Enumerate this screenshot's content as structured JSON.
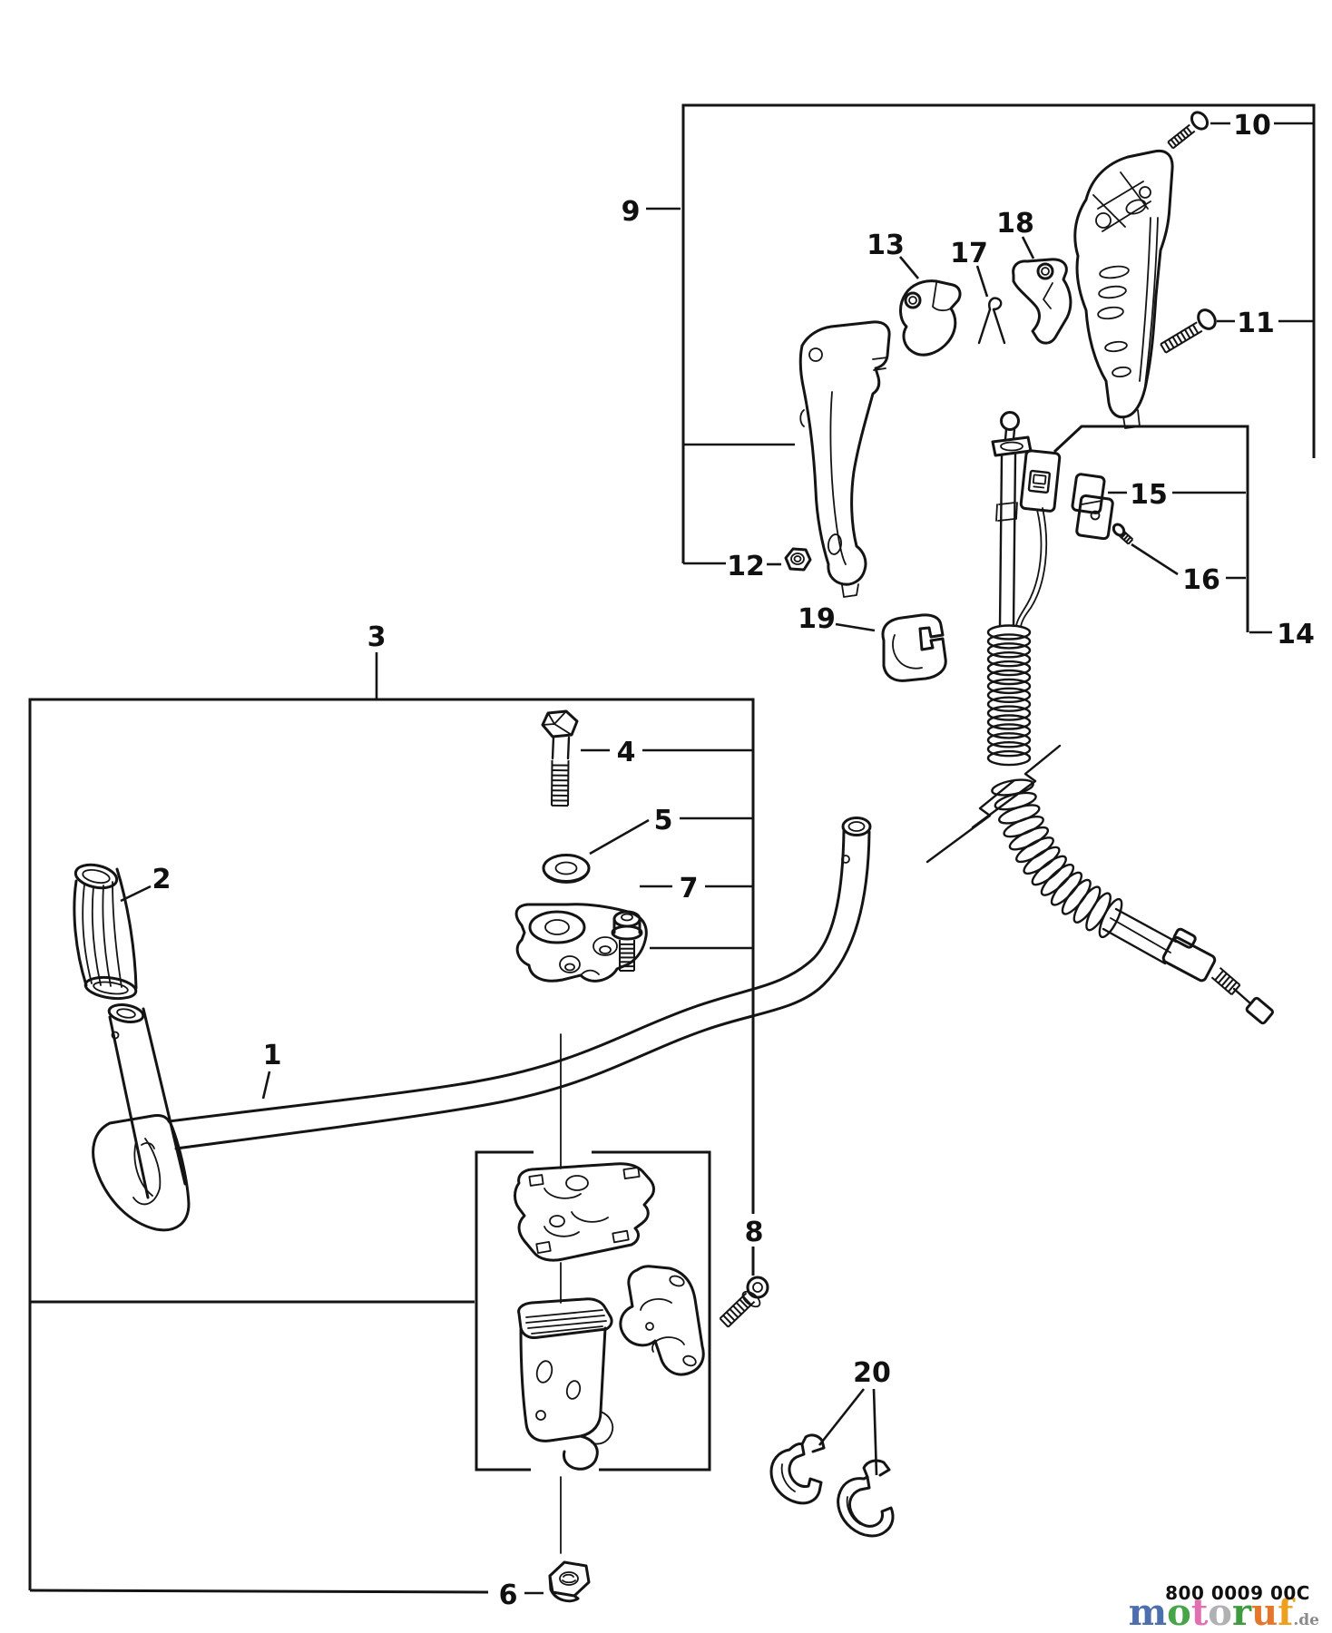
{
  "parts": [
    {
      "num": "1"
    },
    {
      "num": "2"
    },
    {
      "num": "3"
    },
    {
      "num": "4"
    },
    {
      "num": "5"
    },
    {
      "num": "6"
    },
    {
      "num": "7"
    },
    {
      "num": "8"
    },
    {
      "num": "9"
    },
    {
      "num": "10"
    },
    {
      "num": "11"
    },
    {
      "num": "12"
    },
    {
      "num": "13"
    },
    {
      "num": "14"
    },
    {
      "num": "15"
    },
    {
      "num": "16"
    },
    {
      "num": "17"
    },
    {
      "num": "18"
    },
    {
      "num": "19"
    },
    {
      "num": "20"
    }
  ],
  "footer": {
    "code": "800 0009 00C",
    "logo_letters": [
      {
        "ch": "m",
        "color": "#4e6fae"
      },
      {
        "ch": "o",
        "color": "#47a447"
      },
      {
        "ch": "t",
        "color": "#e170b2"
      },
      {
        "ch": "o",
        "color": "#b1b1b3"
      },
      {
        "ch": "r",
        "color": "#3f9b3f"
      },
      {
        "ch": "u",
        "color": "#e5762c"
      },
      {
        "ch": "f",
        "color": "#eda01f"
      }
    ],
    "tld": ".de"
  }
}
